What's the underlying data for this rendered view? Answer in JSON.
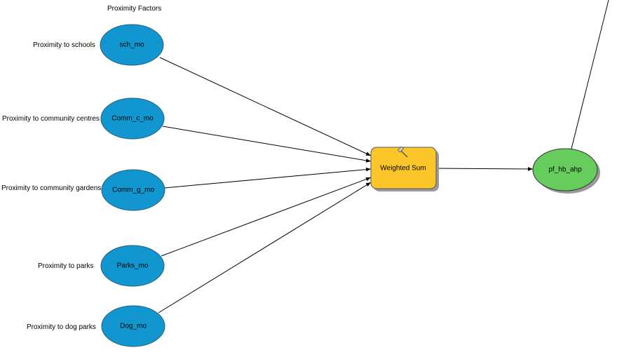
{
  "header": {
    "title": "Proximity Factors"
  },
  "inputs": [
    {
      "label": "Proximity to schools",
      "node": "sch_mo"
    },
    {
      "label": "Proximity to community centres",
      "node": "Comm_c_mo"
    },
    {
      "label": "Proximity to community gardens",
      "node": "Comm_g_mo"
    },
    {
      "label": "Proximity to parks",
      "node": "Parks_mo"
    },
    {
      "label": "Proximity to dog parks",
      "node": "Dog_mo"
    }
  ],
  "tool": {
    "label": "Weighted Sum",
    "icon": "hammer-icon"
  },
  "output": {
    "label": "pf_hb_ahp"
  },
  "colors": {
    "input_fill": "#1296cf",
    "tool_fill": "#fcc62a",
    "output_fill": "#66cc5c",
    "shadow": "#9a9a9a"
  }
}
